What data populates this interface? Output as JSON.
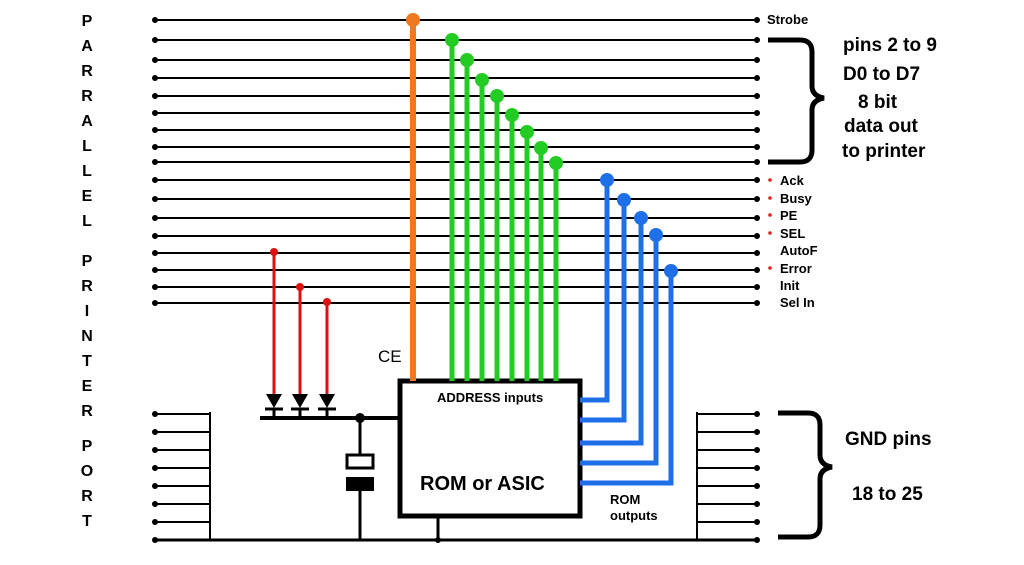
{
  "side_title_chars": [
    "P",
    "A",
    "R",
    "R",
    "A",
    "L",
    "L",
    "E",
    "L",
    "",
    "P",
    "R",
    "I",
    "N",
    "T",
    "E",
    "R",
    "",
    "P",
    "O",
    "R",
    "T"
  ],
  "signal_labels": [
    "Strobe",
    "Ack",
    "Busy",
    "PE",
    "SEL",
    "AutoF",
    "Error",
    "Init",
    "Sel In"
  ],
  "data_bracket": {
    "line1": "pins 2 to 9",
    "line2": "D0 to D7",
    "line3": "8 bit",
    "line4": "data out",
    "line5": "to printer"
  },
  "gnd_bracket": {
    "line1": "GND pins",
    "line2": "18 to 25"
  },
  "chip": {
    "label": "ROM or ASIC",
    "address_label": "ADDRESS inputs",
    "outputs_line1": "ROM",
    "outputs_line2": "outputs"
  },
  "ce_label": "CE",
  "colors": {
    "ce": "#f07820",
    "address": "#22cc22",
    "output": "#1f6fe8",
    "diode": "#dd1111",
    "line": "#000000",
    "dot": "#dd2222"
  }
}
